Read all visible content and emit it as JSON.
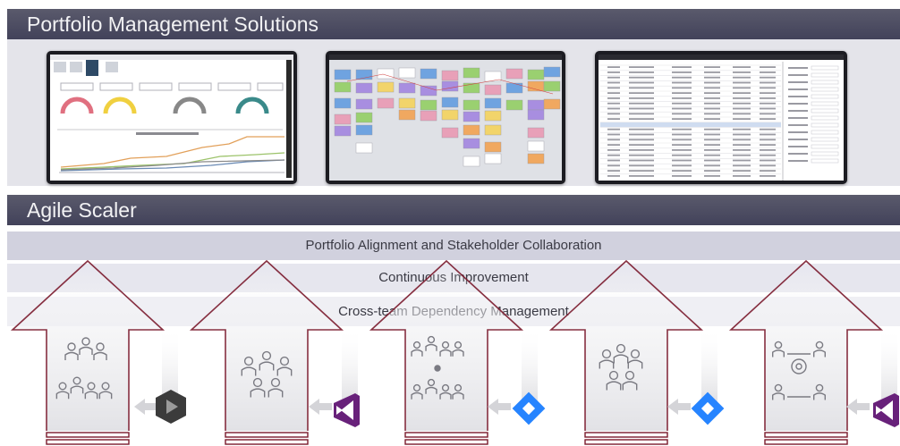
{
  "portfolio": {
    "title": "Portfolio Management Solutions",
    "screens": [
      {
        "kind": "dashboard"
      },
      {
        "kind": "board"
      },
      {
        "kind": "table"
      }
    ]
  },
  "agile": {
    "title": "Agile Scaler",
    "layers": [
      "Portfolio Alignment and Stakeholder Collaboration",
      "Continuous Improvement",
      "Cross-team Dependency Management"
    ],
    "teams": [
      {
        "icon": "team-of-five-icon"
      },
      {
        "icon": "team-of-four-icon"
      },
      {
        "icon": "team-collaboration-icon"
      },
      {
        "icon": "team-group-icon"
      },
      {
        "icon": "team-process-gear-icon"
      }
    ],
    "tools": [
      {
        "icon": "tool-logo-dark-icon",
        "color": "#3b3b3b"
      },
      {
        "icon": "visual-studio-logo-icon",
        "color": "#68217a"
      },
      {
        "icon": "jira-logo-icon",
        "color": "#2684ff"
      },
      {
        "icon": "jira-logo-icon",
        "color": "#2684ff"
      },
      {
        "icon": "visual-studio-logo-icon",
        "color": "#68217a"
      }
    ],
    "colors": {
      "arrow_outline": "#7a1a2c",
      "header": "#4a4a5e"
    }
  }
}
